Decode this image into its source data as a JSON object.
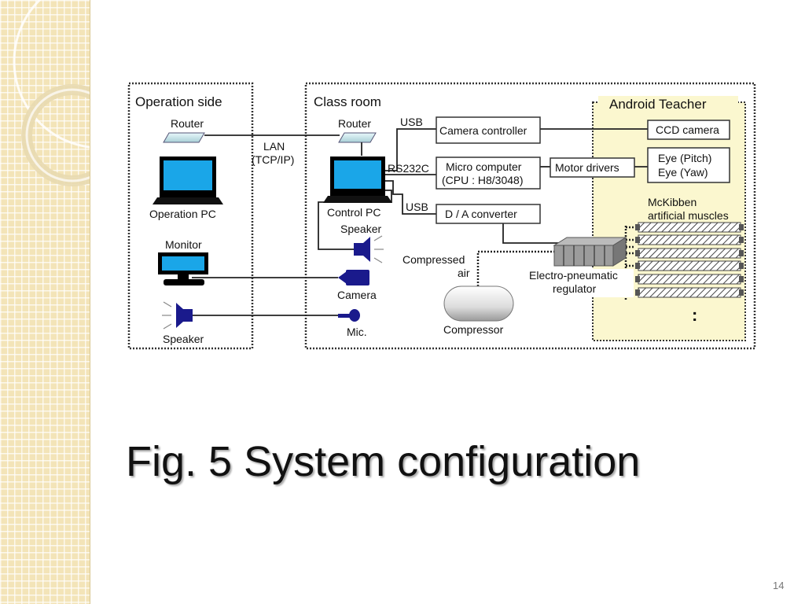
{
  "diagram": {
    "operation_side": {
      "title": "Operation side",
      "router": "Router",
      "pc": "Operation PC",
      "monitor": "Monitor",
      "speaker": "Speaker"
    },
    "link": {
      "lan_line1": "LAN",
      "lan_line2": "(TCP/IP)"
    },
    "class_room": {
      "title": "Class room",
      "router": "Router",
      "pc": "Control PC",
      "speaker": "Speaker",
      "camera": "Camera",
      "mic": "Mic.",
      "usb1": "USB",
      "rs232c": "RS232C",
      "usb2": "USB",
      "camera_controller": "Camera controller",
      "micro_computer_line1": "Micro computer",
      "micro_computer_line2": "(CPU : H8/3048)",
      "da_converter": "D / A converter",
      "motor_drivers": "Motor drivers",
      "compressed_air_line1": "Compressed",
      "compressed_air_line2": "air",
      "compressor": "Compressor",
      "regulator_line1": "Electro-pneumatic",
      "regulator_line2": "regulator"
    },
    "android": {
      "title": "Android Teacher",
      "ccd_camera": "CCD camera",
      "eye_pitch": "Eye (Pitch)",
      "eye_yaw": "Eye (Yaw)",
      "muscles_line1": "McKibben",
      "muscles_line2": "artificial muscles",
      "more": ":"
    }
  },
  "caption": "Fig. 5 System configuration",
  "page_number": "14",
  "colors": {
    "sidebar": "#f3e4b8",
    "android_fill": "#fbf7cf",
    "screen": "#1aa6e8",
    "device": "#1a1a8c"
  }
}
